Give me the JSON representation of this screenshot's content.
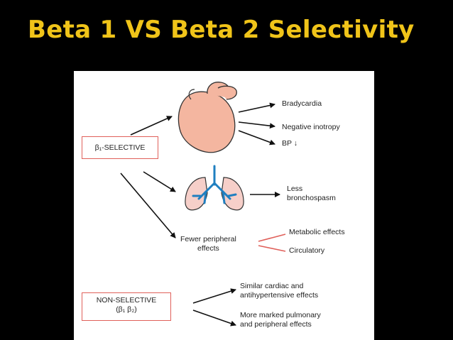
{
  "slide": {
    "title": "Beta 1 VS Beta 2 Selectivity",
    "background_color": "#000000",
    "title_color": "#f0c419"
  },
  "diagram": {
    "selective_box": {
      "label": "β₁-SELECTIVE"
    },
    "nonselective_box": {
      "line1": "NON-SELECTIVE",
      "line2": "(β₁  β₂)"
    },
    "heart_effects": [
      "Bradycardia",
      "Negative inotropy",
      "BP ↓"
    ],
    "lung_effect": {
      "line1": "Less",
      "line2": "bronchospasm"
    },
    "peripheral": {
      "line1": "Fewer peripheral",
      "line2": "effects"
    },
    "peripheral_effects": [
      "Metabolic effects",
      "Circulatory"
    ],
    "nonselective_effects": [
      {
        "line1": "Similar cardiac and",
        "line2": "antihypertensive effects"
      },
      {
        "line1": "More marked pulmonary",
        "line2": "and peripheral effects"
      }
    ],
    "icons": [
      "heart-icon",
      "lungs-icon"
    ],
    "colors": {
      "box_border": "#e0605a",
      "heart": "#f4b6a0",
      "airways": "#1f7fc0",
      "arrow": "#111111"
    }
  }
}
